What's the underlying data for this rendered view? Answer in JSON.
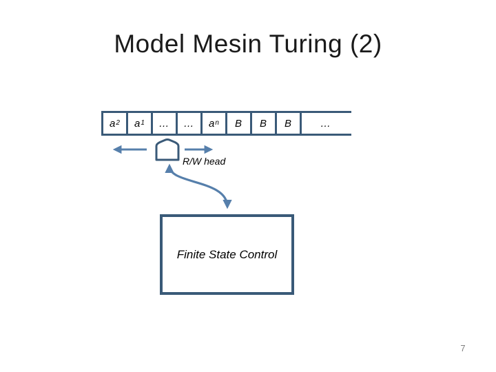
{
  "slide": {
    "title": "Model Mesin Turing (2)",
    "page_number": "7",
    "background_color": "#ffffff"
  },
  "colors": {
    "tape_border": "#3a5a78",
    "arrow": "#567fab",
    "title_text": "#1a1a1a",
    "body_text": "#000000",
    "page_number_text": "#808080"
  },
  "tape": {
    "cells": [
      {
        "label": "a",
        "sub": "2"
      },
      {
        "label": "a",
        "sub": "1"
      },
      {
        "label": "…"
      },
      {
        "label": "…"
      },
      {
        "label": "a",
        "sub": "n"
      },
      {
        "label": "B"
      },
      {
        "label": "B"
      },
      {
        "label": "B"
      }
    ],
    "overflow_label": "…"
  },
  "rw_head": {
    "label": "R/W head"
  },
  "control_box": {
    "label": "Finite State Control"
  }
}
